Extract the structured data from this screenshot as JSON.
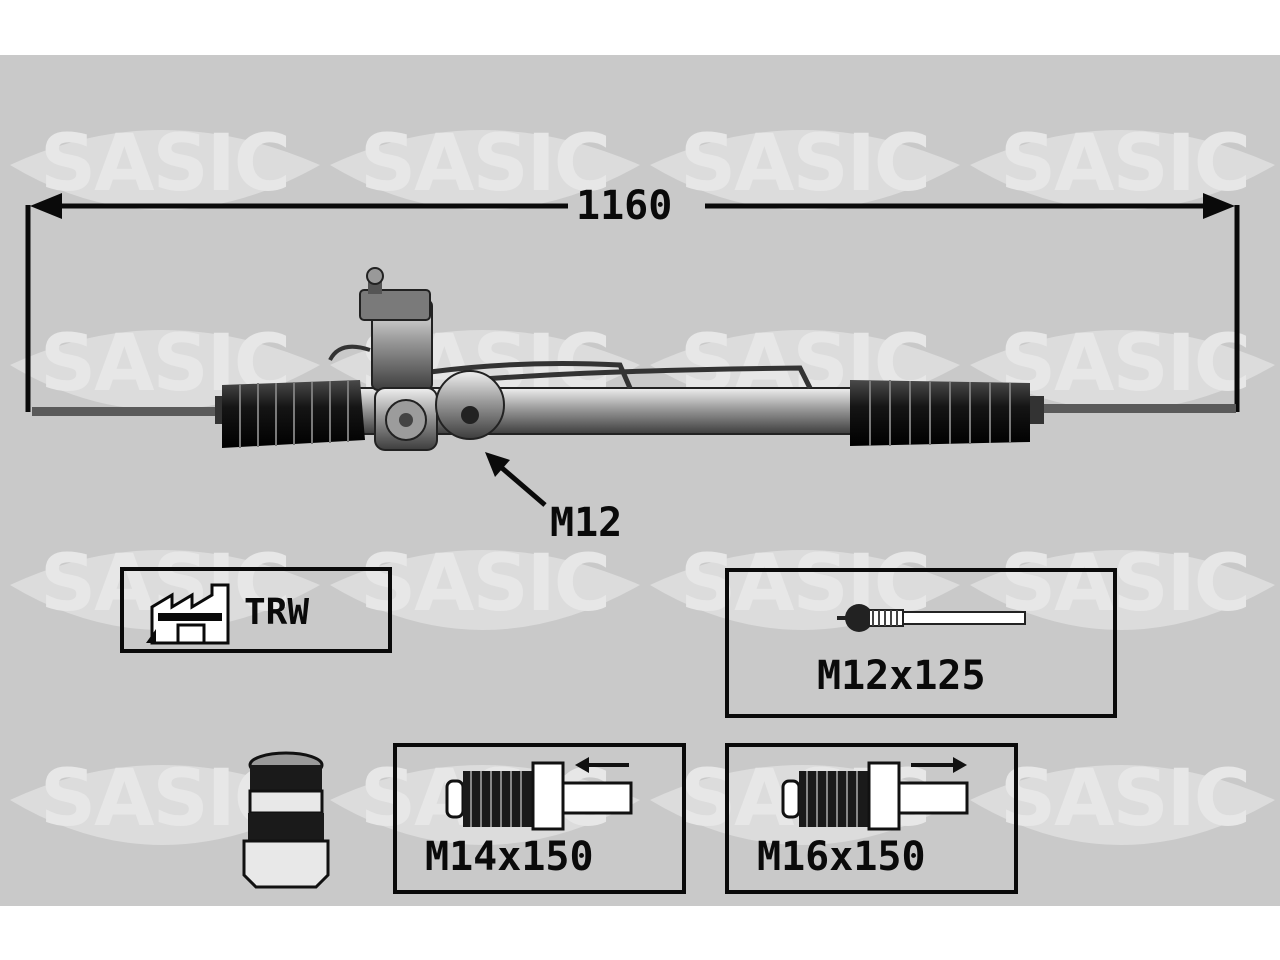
{
  "watermark": {
    "text": "SASIC",
    "color": "#e7e7e7"
  },
  "colors": {
    "background": "#c9c9c9",
    "ink": "#0a0a0a",
    "panel": "#c9c9c9"
  },
  "dimension": {
    "overall_length": "1160"
  },
  "callout": {
    "port_thread": "M12"
  },
  "manufacturer": {
    "name": "TRW",
    "icon": "factory-icon"
  },
  "tie_rod_thread": {
    "label": "M12x125",
    "icon": "tie-rod-icon"
  },
  "pressure_fitting": {
    "label": "M14x150",
    "icon": "threaded-fitting-icon",
    "direction": "left"
  },
  "return_fitting": {
    "label": "M16x150",
    "icon": "threaded-fitting-icon",
    "direction": "right"
  },
  "accessory": {
    "icon": "cap-nut-icon"
  }
}
